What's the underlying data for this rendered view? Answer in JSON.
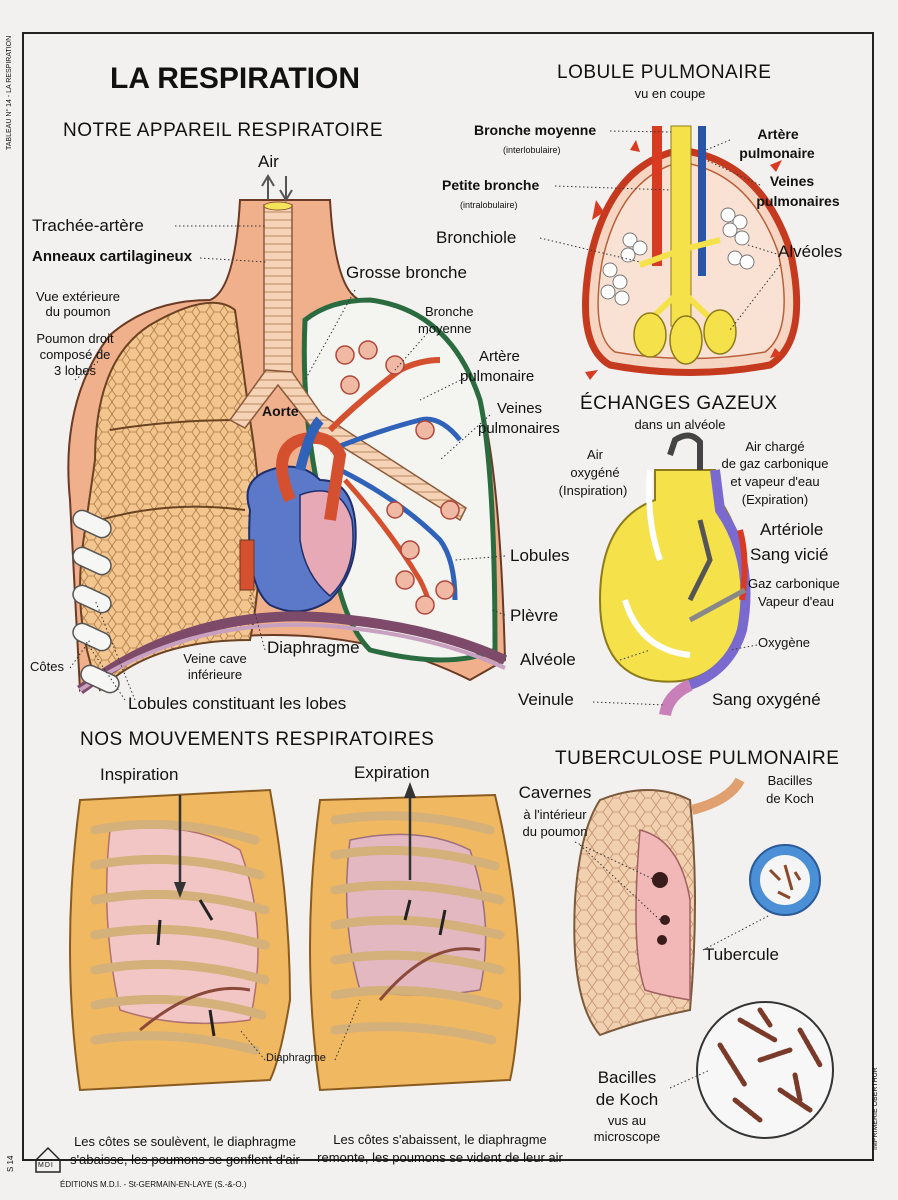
{
  "title": "LA RESPIRATION",
  "side_left": "TABLEAU N° 14  -  LA RESPIRATION",
  "side_right": "IMPRIMERIE OBERTHUR",
  "edition_code": "S 14",
  "footer_publisher": "ÉDITIONS M.D.I. - St-GERMAIN-EN-LAYE (S.-&-O.)",
  "logo_text": "MDI",
  "appareil": {
    "heading": "NOTRE APPAREIL RESPIRATOIRE",
    "air": "Air",
    "trachee": "Trachée-artère",
    "anneaux": "Anneaux cartilagineux",
    "vue1": "Vue extérieure",
    "vue2": "du poumon",
    "poumon1": "Poumon droit",
    "poumon2": "composé de",
    "poumon3": "3 lobes",
    "grosse_bronche": "Grosse bronche",
    "bronche_moyenne1": "Bronche",
    "bronche_moyenne2": "moyenne",
    "artere1": "Artère",
    "artere2": "pulmonaire",
    "aorte": "Aorte",
    "veines1": "Veines",
    "veines2": "pulmonaires",
    "lobules": "Lobules",
    "plevre": "Plèvre",
    "diaphragme": "Diaphragme",
    "veine_cave1": "Veine cave",
    "veine_cave2": "inférieure",
    "cotes": "Côtes",
    "lobules_lobes": "Lobules constituant les lobes"
  },
  "lobule": {
    "heading": "LOBULE PULMONAIRE",
    "sub": "vu en coupe",
    "bronche_moyenne": "Bronche moyenne",
    "interlobulaire": "(interlobulaire)",
    "petite_bronche": "Petite bronche",
    "intralobulaire": "(intralobulaire)",
    "bronchiole": "Bronchiole",
    "artere1": "Artère",
    "artere2": "pulmonaire",
    "veines1": "Veines",
    "veines2": "pulmonaires",
    "alveoles": "Alvéoles"
  },
  "echanges": {
    "heading": "ÉCHANGES GAZEUX",
    "sub": "dans un alvéole",
    "air1": "Air",
    "air2": "oxygéné",
    "air3": "(Inspiration)",
    "charge1": "Air chargé",
    "charge2": "de gaz carbonique",
    "charge3": "et vapeur d'eau",
    "charge4": "(Expiration)",
    "arteriole": "Artériole",
    "sang_vicie": "Sang vicié",
    "gaz1": "Gaz carbonique",
    "gaz2": "Vapeur d'eau",
    "oxygene": "Oxygène",
    "alveole": "Alvéole",
    "veinule": "Veinule",
    "sang_oxygene": "Sang oxygéné"
  },
  "mouvements": {
    "heading": "NOS MOUVEMENTS RESPIRATOIRES",
    "inspiration": "Inspiration",
    "expiration": "Expiration",
    "diaphragme": "Diaphragme",
    "cap_insp1": "Les côtes se soulèvent, le diaphragme",
    "cap_insp2": "s'abaisse, les poumons se gonflent d'air",
    "cap_exp1": "Les côtes s'abaissent, le diaphragme",
    "cap_exp2": "remonte, les poumons se vident de leur air"
  },
  "tuberculose": {
    "heading": "TUBERCULOSE PULMONAIRE",
    "cavernes": "Cavernes",
    "interieur1": "à l'intérieur",
    "interieur2": "du poumon",
    "bacilles_koch1": "Bacilles",
    "bacilles_koch2": "de Koch",
    "tubercule": "Tubercule",
    "bk1": "Bacilles",
    "bk2": "de Koch",
    "bk3": "vus au",
    "bk4": "microscope"
  }
}
